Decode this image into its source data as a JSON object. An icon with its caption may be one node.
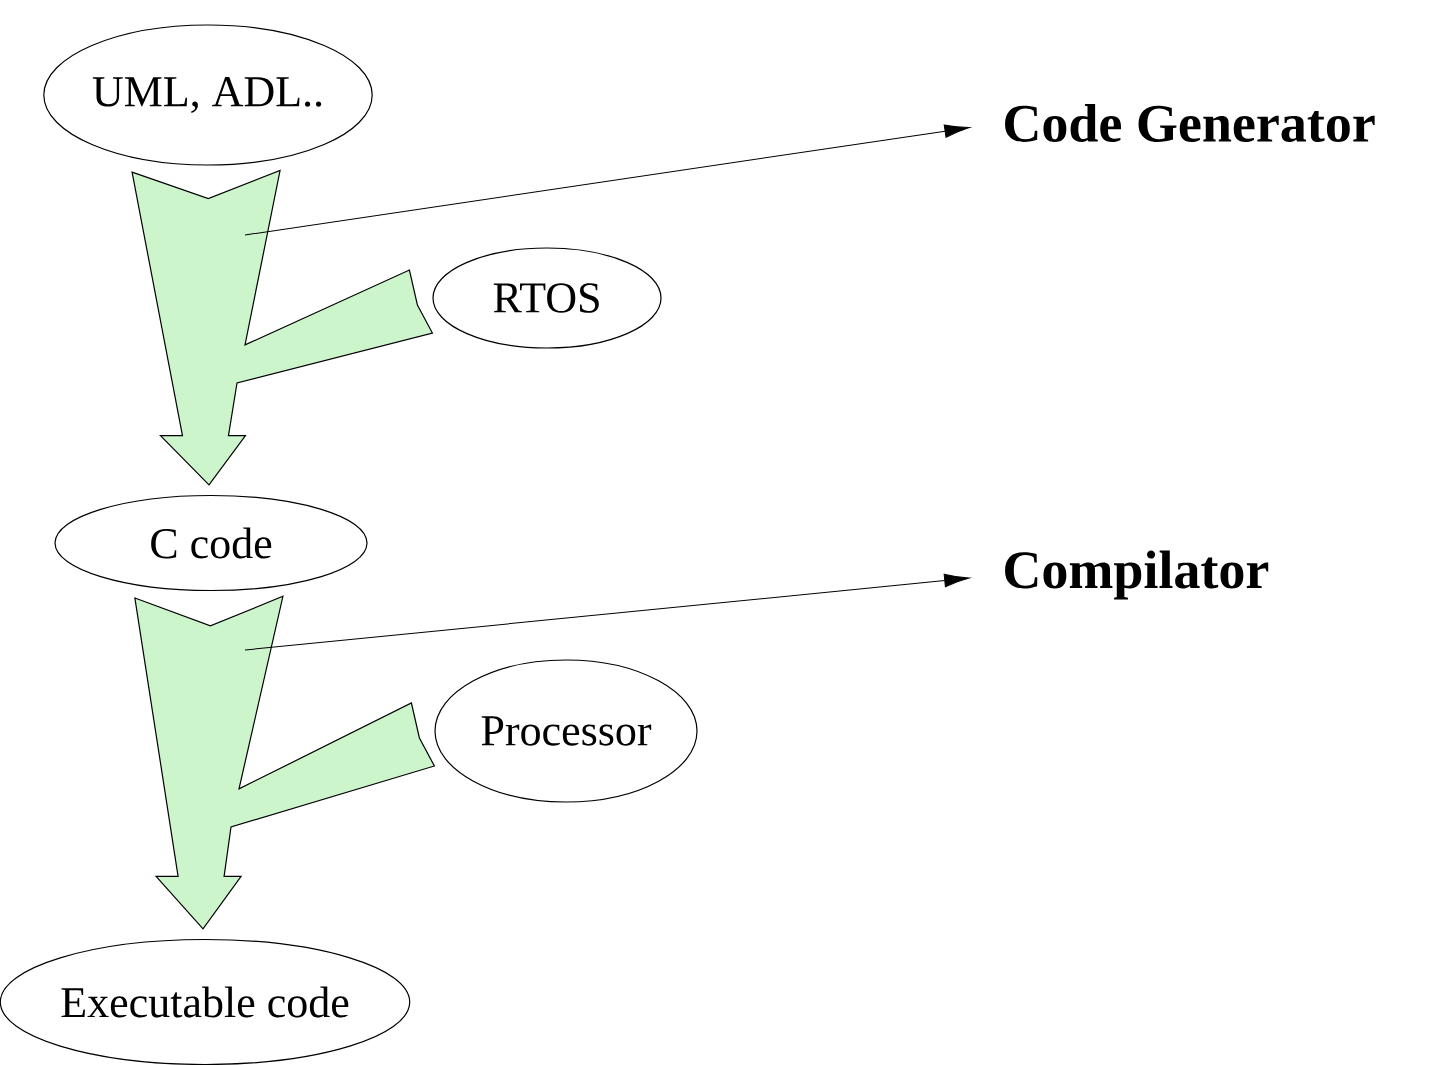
{
  "diagram": {
    "nodes": [
      {
        "text": [
          "UML, ADL.."
        ]
      },
      {
        "text": [
          "RTOS"
        ]
      },
      {
        "text": [
          "C code"
        ]
      },
      {
        "text": [
          "Processor"
        ]
      },
      {
        "text": [
          "Executable code"
        ]
      },
      {
        "text": [
          "Code Generator"
        ]
      },
      {
        "text": [
          "Compilator"
        ]
      }
    ],
    "edges": [
      {
        "from": 0,
        "to": 2,
        "arrow": "to",
        "style": "thick",
        "color": "#ccf5cc"
      },
      {
        "from": 1,
        "to": 2,
        "arrow": "to",
        "style": "thick",
        "color": "#ccf5cc"
      },
      {
        "from": 2,
        "to": 4,
        "arrow": "to",
        "style": "thick",
        "color": "#ccf5cc"
      },
      {
        "from": 3,
        "to": 4,
        "arrow": "to",
        "style": "thick",
        "color": "#ccf5cc"
      },
      {
        "from": null,
        "to": 5,
        "arrow": "to"
      },
      {
        "from": null,
        "to": 6,
        "arrow": "to"
      }
    ]
  }
}
